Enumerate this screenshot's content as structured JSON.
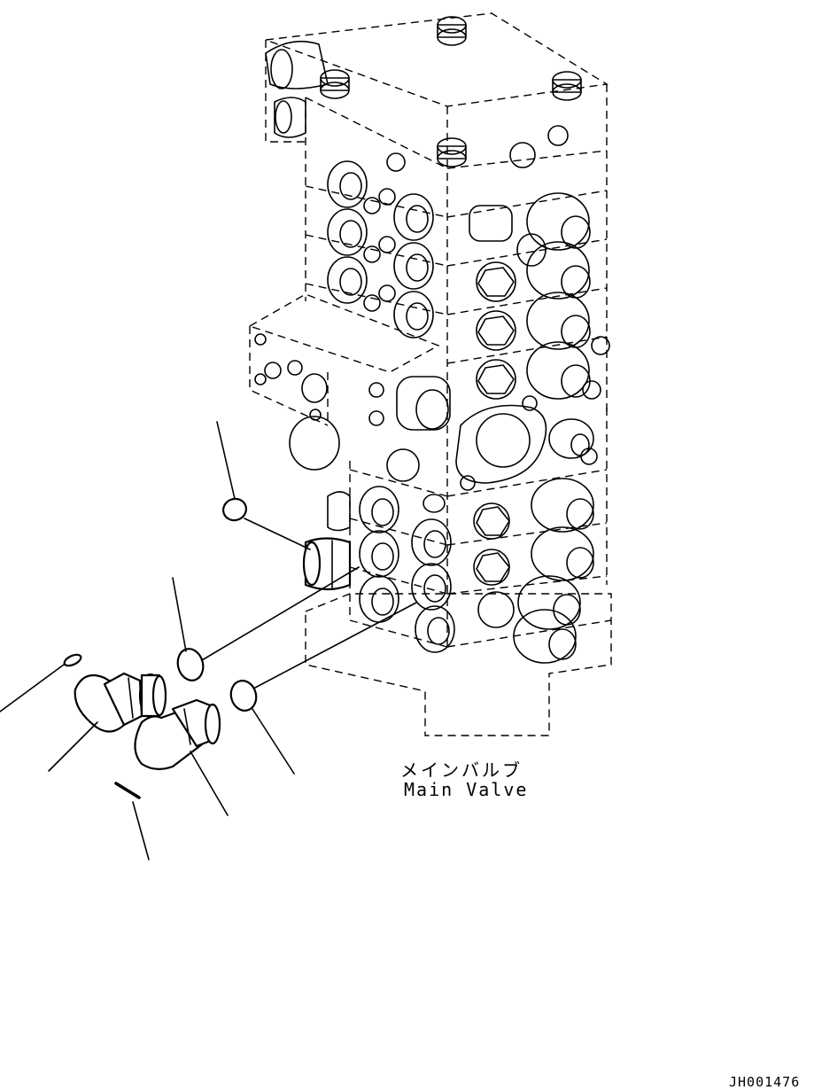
{
  "labels": {
    "component_jp": "メインバルブ",
    "component_en": "Main Valve"
  },
  "drawing_number": "JH001476",
  "icons": [
    "valve-assembly",
    "o-ring",
    "elbow-fitting",
    "straight-fitting",
    "pin",
    "leader-line"
  ]
}
